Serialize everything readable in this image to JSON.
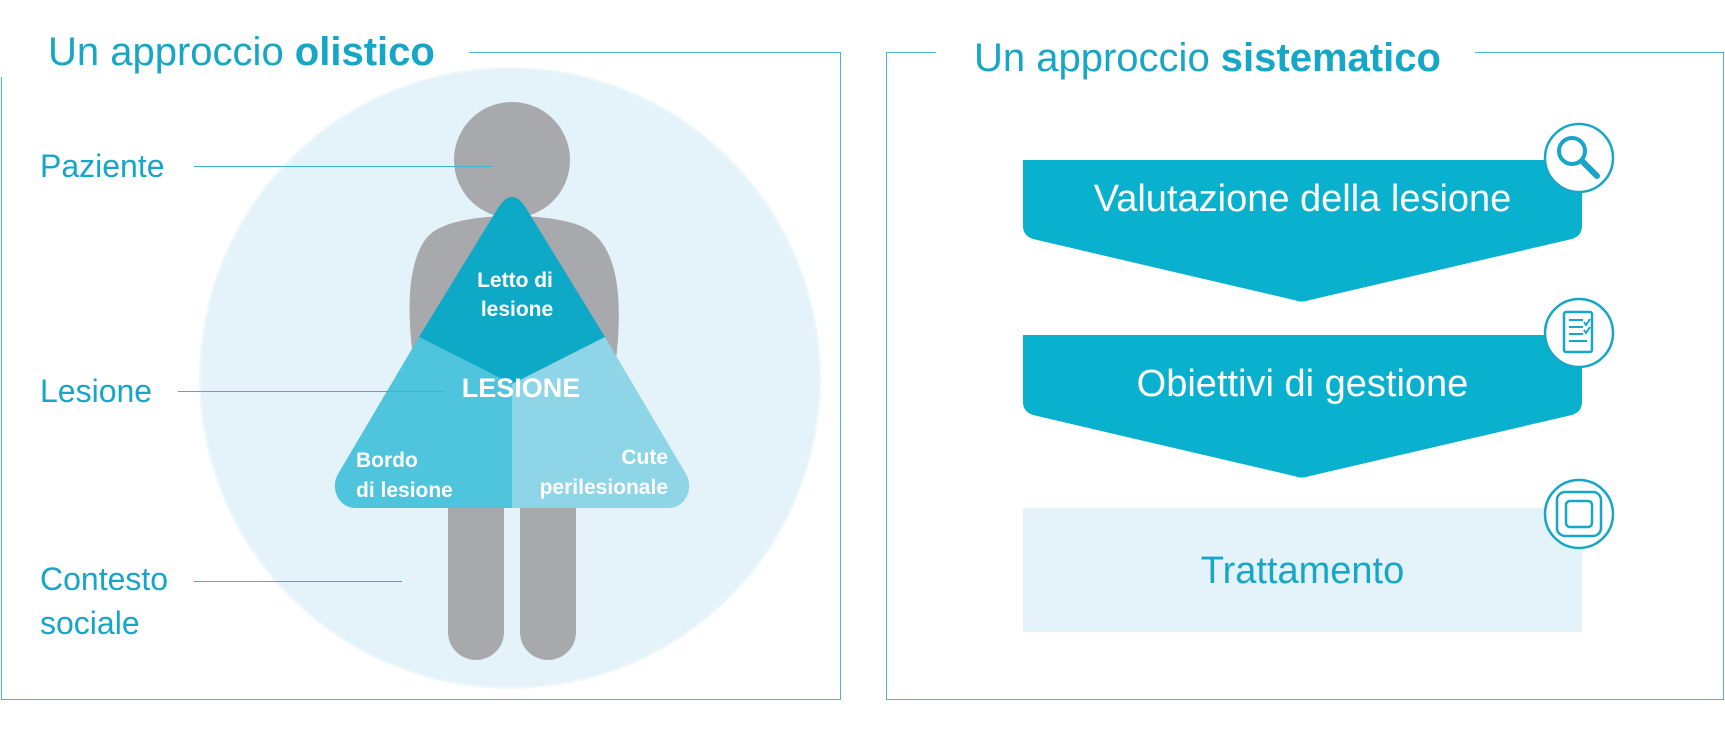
{
  "left": {
    "title_prefix": "Un approccio ",
    "title_bold": "olistico",
    "labels": {
      "patient": "Paziente",
      "wound": "Lesione",
      "social_line1": "Contesto",
      "social_line2": "sociale"
    },
    "triangle": {
      "top_line1": "Letto di",
      "top_line2": "lesione",
      "center": "LESIONE",
      "left_line1": "Bordo",
      "left_line2": "di lesione",
      "right_line1": "Cute",
      "right_line2": "perilesionale"
    }
  },
  "right": {
    "title_prefix": "Un approccio ",
    "title_bold": "sistematico",
    "steps": [
      {
        "label": "Valutazione della lesione",
        "icon": "magnifier-icon"
      },
      {
        "label": "Obiettivi di gestione",
        "icon": "checklist-icon"
      },
      {
        "label": "Trattamento",
        "icon": "dressing-icon"
      }
    ]
  },
  "colors": {
    "accent": "#16a6c7",
    "arrow_box": "#0ab1ce",
    "circle_bg": "#e3f3f9",
    "figure": "#a7a9ac",
    "tri_top": "#0fa9c8",
    "tri_left": "#4ec4dd",
    "tri_right": "#8dd5e7",
    "treatment_bg": "#e3f3f9"
  }
}
